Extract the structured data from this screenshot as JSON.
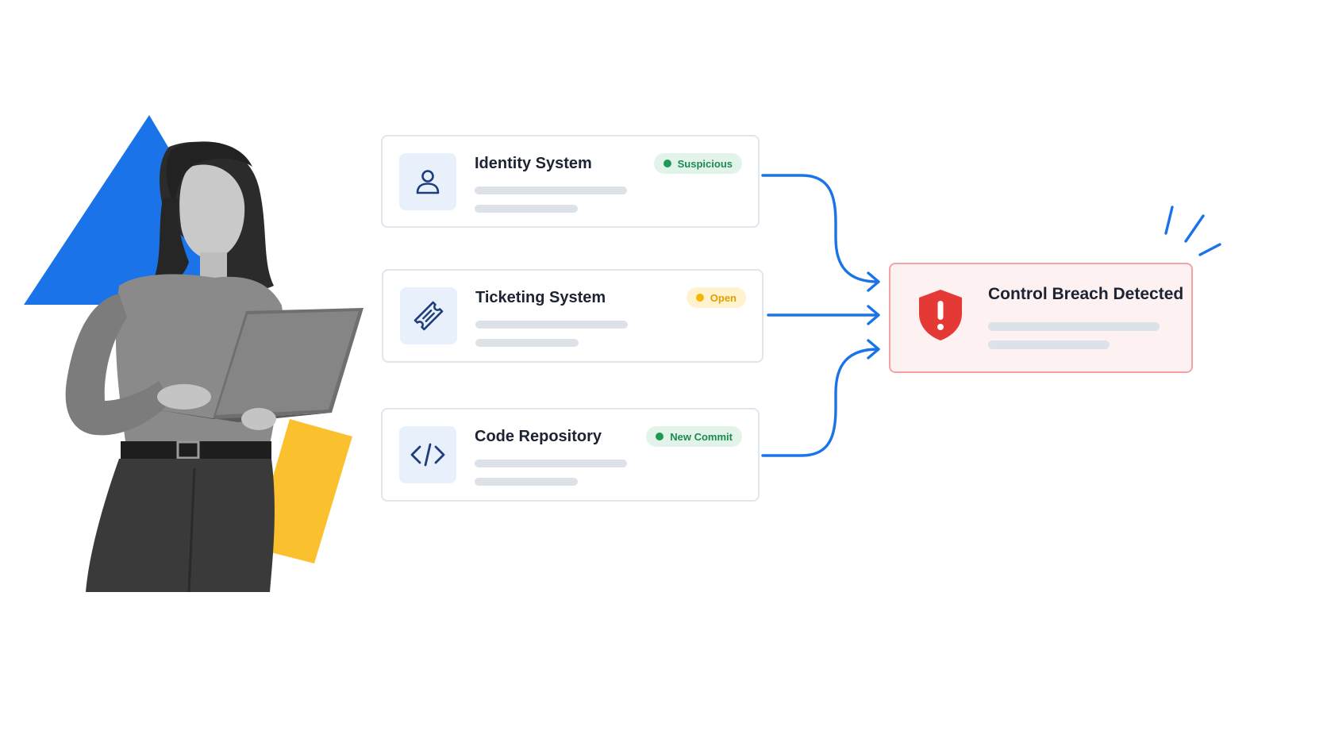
{
  "sources": [
    {
      "id": "identity",
      "title": "Identity System",
      "icon": "user-icon",
      "status": {
        "label": "Suspicious",
        "tone": "green"
      }
    },
    {
      "id": "ticketing",
      "title": "Ticketing System",
      "icon": "ticket-icon",
      "status": {
        "label": "Open",
        "tone": "yellow"
      }
    },
    {
      "id": "code",
      "title": "Code Repository",
      "icon": "code-icon",
      "status": {
        "label": "New Commit",
        "tone": "green"
      }
    }
  ],
  "alert": {
    "title": "Control Breach Detected",
    "icon": "shield-alert-icon"
  },
  "colors": {
    "accent_blue": "#1a73e8",
    "accent_yellow": "#fbc02d",
    "alert_red": "#e53935",
    "alert_bg": "#fdf1f1",
    "alert_border": "#f4a3a3",
    "badge_green": "#1e9a55",
    "badge_yellow": "#f7b500",
    "icon_navy": "#1f3d7a"
  }
}
